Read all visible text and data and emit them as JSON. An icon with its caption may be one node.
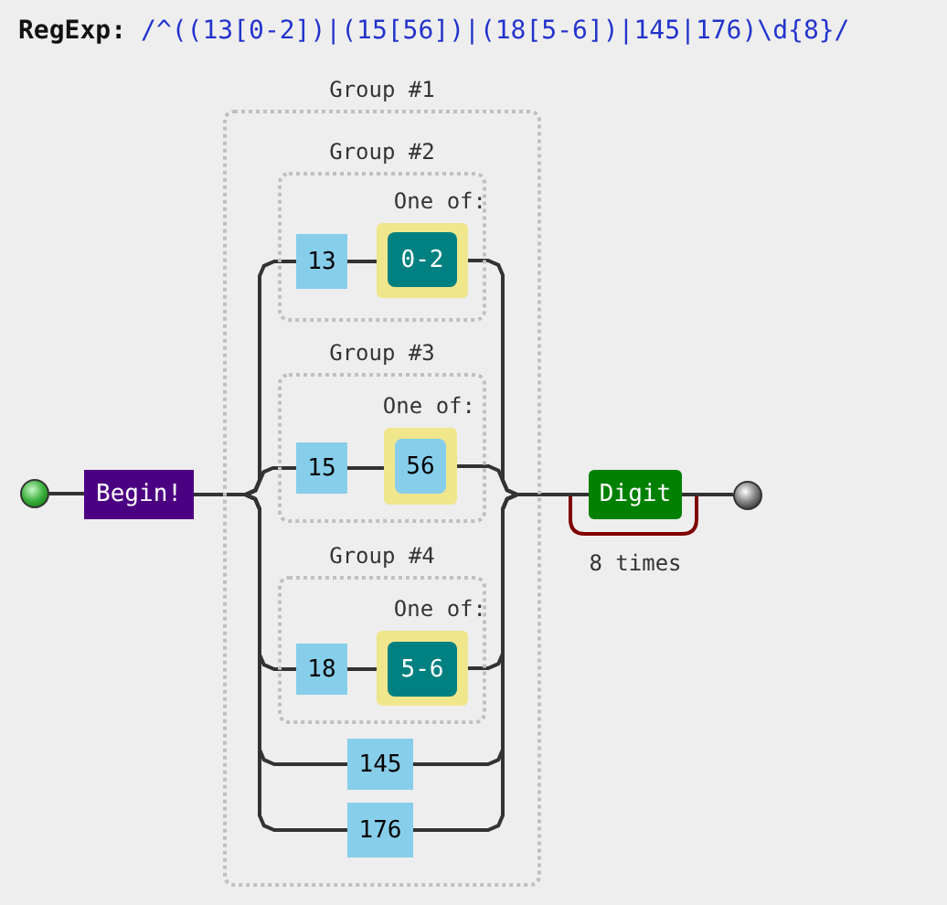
{
  "diagram": {
    "title": "RegExp:",
    "nodes": [
      {
        "text": [],
        "shape": "circle"
      },
      {
        "text": [
          "Begin!"
        ]
      },
      {
        "text": [
          "Group #1"
        ]
      },
      {
        "text": [
          "Group #2"
        ],
        "in": 2
      },
      {
        "text": [
          "13"
        ],
        "in": 3
      },
      {
        "text": [
          "One of:"
        ],
        "in": 3
      },
      {
        "text": [
          "0-2"
        ],
        "in": 5
      },
      {
        "text": [
          "Group #3"
        ],
        "in": 2
      },
      {
        "text": [
          "15"
        ],
        "in": 7
      },
      {
        "text": [
          "One of:"
        ],
        "in": 7
      },
      {
        "text": [
          "56"
        ],
        "in": 9
      },
      {
        "text": [
          "Group #4"
        ],
        "in": 2
      },
      {
        "text": [
          "18"
        ],
        "in": 11
      },
      {
        "text": [
          "One of:"
        ],
        "in": 11
      },
      {
        "text": [
          "5-6"
        ],
        "in": 13
      },
      {
        "text": [
          "145"
        ],
        "in": 2
      },
      {
        "text": [
          "176"
        ],
        "in": 2
      },
      {
        "text": [
          "Digit"
        ],
        "beside": [
          "8 times"
        ]
      },
      {
        "text": [],
        "shape": "circle"
      }
    ],
    "edges": [
      {
        "from": 0,
        "to": 1,
        "arrow": "none"
      },
      {
        "from": 1,
        "to": 4,
        "arrow": "none"
      },
      {
        "from": 1,
        "to": 8,
        "arrow": "none"
      },
      {
        "from": 1,
        "to": 12,
        "arrow": "none"
      },
      {
        "from": 1,
        "to": 15,
        "arrow": "none"
      },
      {
        "from": 1,
        "to": 16,
        "arrow": "none"
      },
      {
        "from": 4,
        "to": 5,
        "arrow": "none"
      },
      {
        "from": 8,
        "to": 9,
        "arrow": "none"
      },
      {
        "from": 12,
        "to": 13,
        "arrow": "none"
      },
      {
        "from": 5,
        "to": 17,
        "arrow": "none"
      },
      {
        "from": 9,
        "to": 17,
        "arrow": "none"
      },
      {
        "from": 13,
        "to": 17,
        "arrow": "none"
      },
      {
        "from": 15,
        "to": 17,
        "arrow": "none"
      },
      {
        "from": 16,
        "to": 17,
        "arrow": "none"
      },
      {
        "from": 17,
        "to": 18,
        "arrow": "none"
      }
    ],
    "labels": [
      "/^((13[0-2])|(15[56])|(18[5-6])|145|176)\\d{8}/"
    ]
  }
}
